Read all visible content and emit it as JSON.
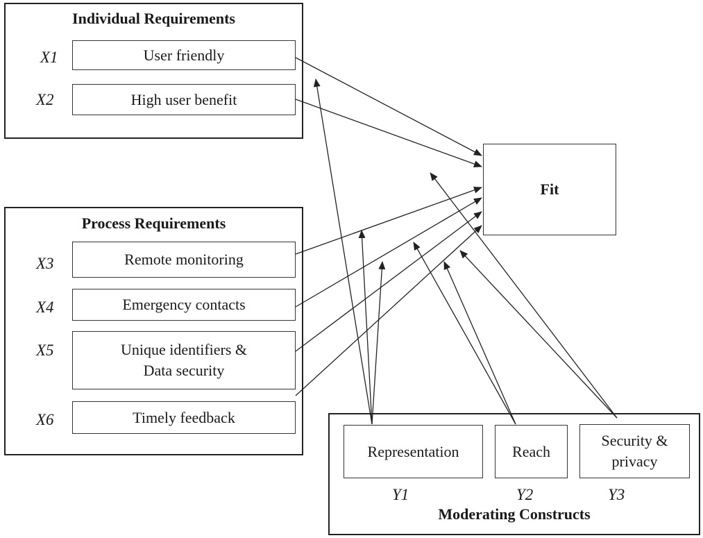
{
  "groups": {
    "individual": "Individual Requirements",
    "process": "Process Requirements",
    "moderating": "Moderating Constructs"
  },
  "fit": "Fit",
  "individual_items": [
    {
      "id": "X1",
      "label": "User friendly"
    },
    {
      "id": "X2",
      "label": "High user benefit"
    }
  ],
  "process_items": [
    {
      "id": "X3",
      "label": "Remote monitoring"
    },
    {
      "id": "X4",
      "label": "Emergency contacts"
    },
    {
      "id": "X5",
      "label": "Unique identifiers &\nData security"
    },
    {
      "id": "X6",
      "label": "Timely feedback"
    }
  ],
  "moderators": [
    {
      "id": "Y1",
      "label": "Representation"
    },
    {
      "id": "Y2",
      "label": "Reach"
    },
    {
      "id": "Y3",
      "label": "Security &\nprivacy"
    }
  ]
}
